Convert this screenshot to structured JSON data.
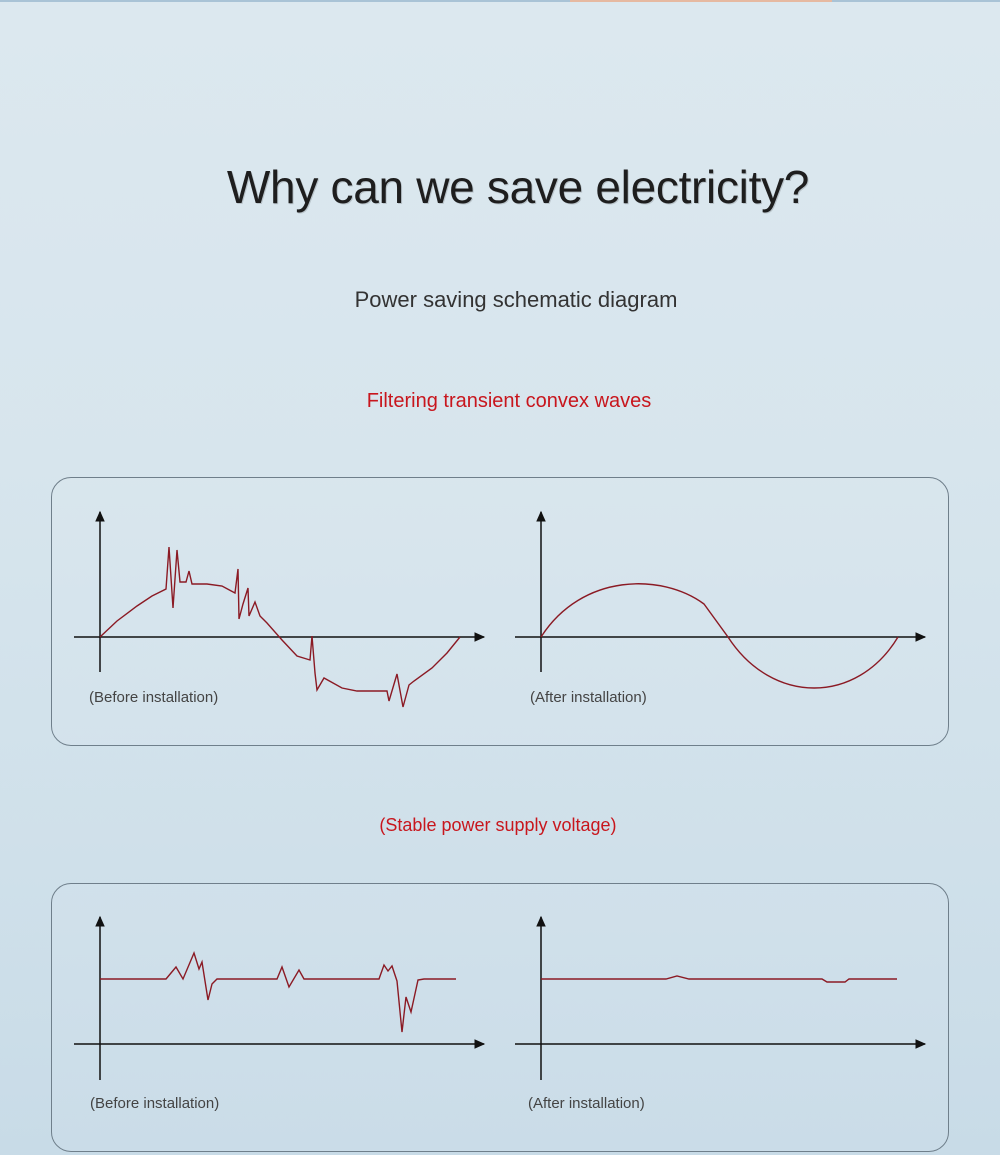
{
  "page": {
    "title": "Why can we save electricity?",
    "subtitle": "Power saving schematic diagram"
  },
  "sections": [
    {
      "heading": "Filtering transient convex waves",
      "before_caption": "(Before installation)",
      "after_caption": "(After installation)"
    },
    {
      "heading": "(Stable power supply voltage)",
      "before_caption": "(Before installation)",
      "after_caption": "(After installation)"
    }
  ],
  "colors": {
    "heading_red": "#c8161d",
    "wave": "#8b1a24",
    "axis": "#111111",
    "panel_border": "#6f7f8b"
  }
}
